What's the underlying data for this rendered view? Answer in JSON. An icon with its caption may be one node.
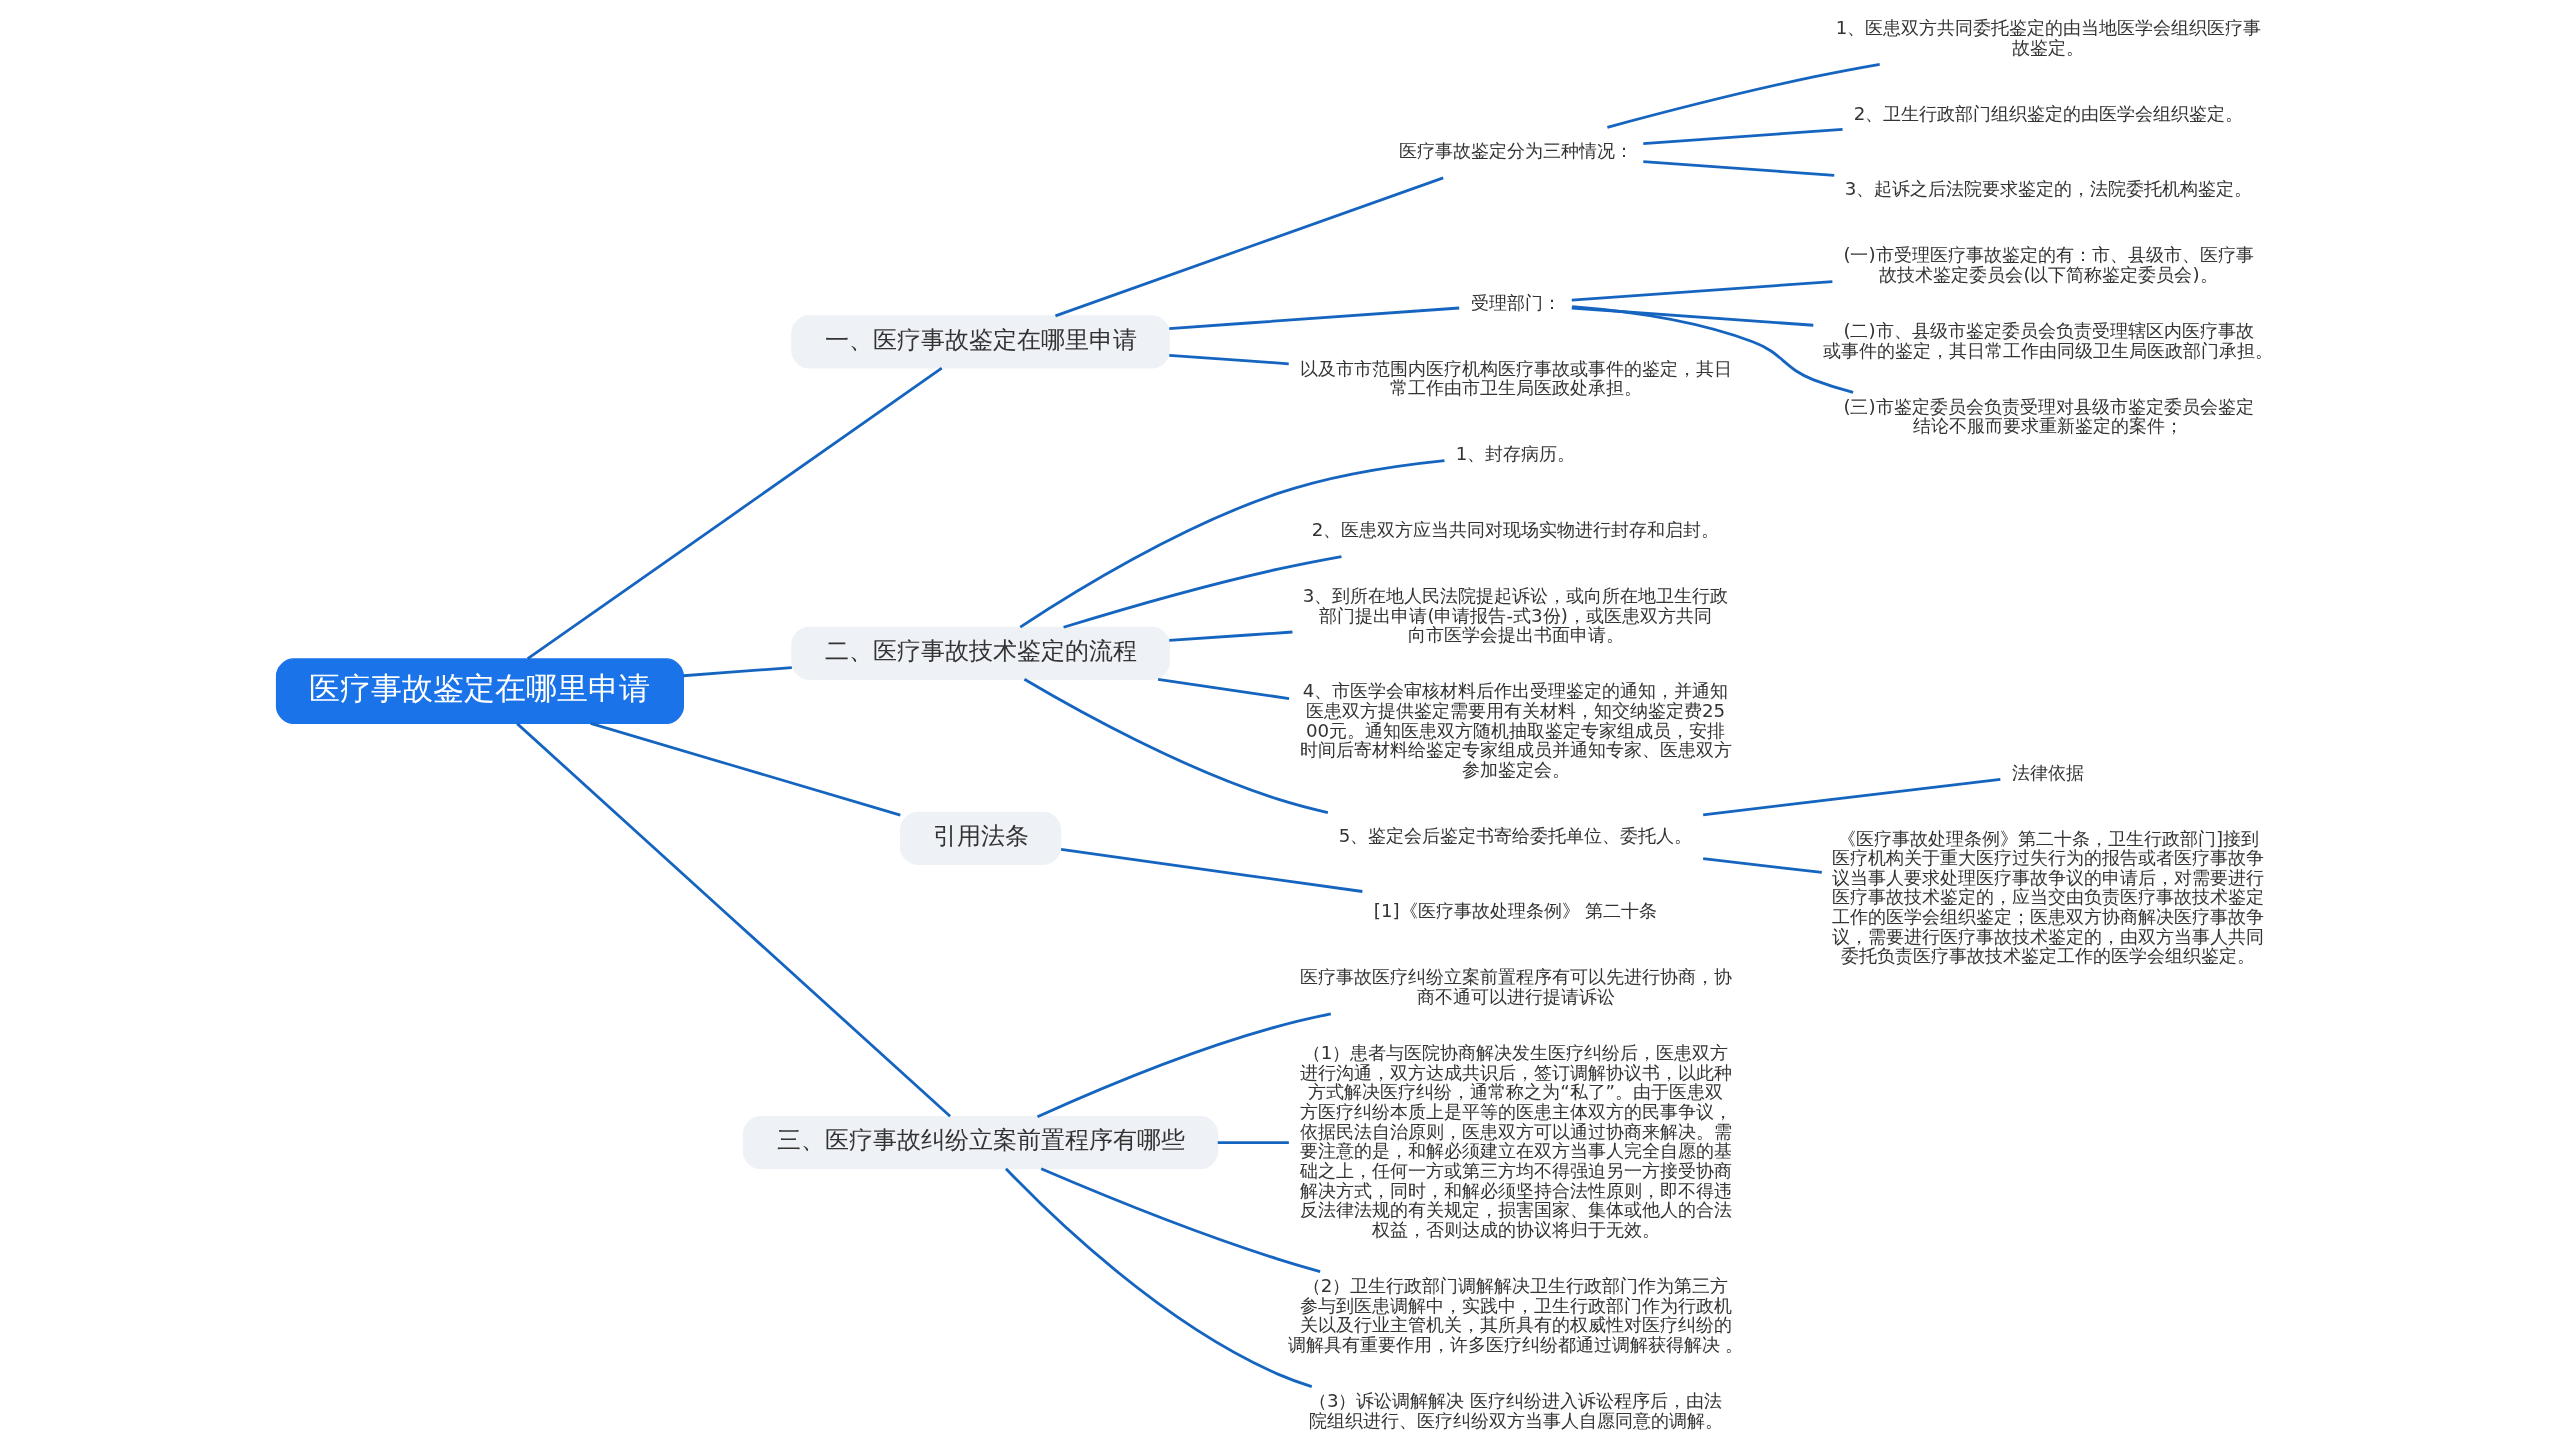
{
  "diagram": {
    "nodes": [
      {
        "text": [
          "医疗事故鉴定在哪里申请"
        ]
      },
      {
        "text": [
          "一、医疗事故鉴定在哪里申请"
        ]
      },
      {
        "text": [
          "医疗事故鉴定分为三种情况："
        ]
      },
      {
        "text": [
          "1、医患双方共同委托鉴定的由当地医学会组织医疗事故鉴定。"
        ]
      },
      {
        "text": [
          "2、卫生行政部门组织鉴定的由医学会组织鉴定。"
        ]
      },
      {
        "text": [
          "3、起诉之后法院要求鉴定的，法院委托机构鉴定。"
        ]
      },
      {
        "text": [
          "受理部门："
        ]
      },
      {
        "text": [
          "(一)市受理医疗事故鉴定的有：市、县级市、医疗事故技术鉴定委员会(以下简称鉴定委员会)。"
        ]
      },
      {
        "text": [
          "(二)市、县级市鉴定委员会负责受理辖区内医疗事故或事件的鉴定，其日常工作由同级卫生局医政部门承担。"
        ]
      },
      {
        "text": [
          "(三)市鉴定委员会负责受理对县级市鉴定委员会鉴定结论不服而要求重新鉴定的案件；"
        ]
      },
      {
        "text": [
          "以及市市范围内医疗机构医疗事故或事件的鉴定，其日常工作由市卫生局医政处承担。"
        ]
      },
      {
        "text": [
          "二、医疗事故技术鉴定的流程"
        ]
      },
      {
        "text": [
          "1、封存病历。"
        ]
      },
      {
        "text": [
          "2、医患双方应当共同对现场实物进行封存和启封。"
        ]
      },
      {
        "text": [
          "3、到所在地人民法院提起诉讼，或向所在地卫生行政部门提出申请(申请报告-式3份)，或医患双方共同向市医学会提出书面申请。"
        ]
      },
      {
        "text": [
          "4、市医学会审核材料后作出受理鉴定的通知，并通知医患双方提供鉴定需要用有关材料，知交纳鉴定费2500元。通知医患双方随机抽取鉴定专家组成员，安排时间后寄材料给鉴定专家组成员并通知专家、医患双方参加鉴定会。"
        ]
      },
      {
        "text": [
          "5、鉴定会后鉴定书寄给委托单位、委托人。"
        ]
      },
      {
        "text": [
          "法律依据"
        ]
      },
      {
        "text": [
          "《医疗事故处理条例》第二十条，卫生行政部门]接到医疗机构关于重大医疗过失行为的报告或者医疗事故争议当事人要求处理医疗事故争议的申请后，对需要进行医疗事故技术鉴定的，应当交由负责医疗事故技术鉴定工作的医学会组织鉴定；医患双方协商解决医疗事故争议，需要进行医疗事故技术鉴定的，由双方当事人共同委托负责医疗事故技术鉴定工作的医学会组织鉴定。"
        ]
      },
      {
        "text": [
          "引用法条"
        ]
      },
      {
        "text": [
          "[1]《医疗事故处理条例》 第二十条"
        ]
      },
      {
        "text": [
          "三、医疗事故纠纷立案前置程序有哪些"
        ]
      },
      {
        "text": [
          "医疗事故医疗纠纷立案前置程序有可以先进行协商，协商不通可以进行提请诉讼"
        ]
      },
      {
        "text": [
          "（1）患者与医院协商解决发生医疗纠纷后，医患双方进行沟通，双方达成共识后，签订调解协议书，以此种方式解决医疗纠纷，通常称之为“私了”。由于医患双方医疗纠纷本质上是平等的医患主体双方的民事争议，依据民法自治原则，医患双方可以通过协商来解决。需要注意的是，和解必须建立在双方当事人完全自愿的基础之上，任何一方或第三方均不得强迫另一方接受协商解决方式，同时，和解必须坚持合法性原则，即不得违反法律法规的有关规定，损害国家、集体或他人的合法权益，否则达成的协议将归于无效。"
        ]
      },
      {
        "text": [
          "（2）卫生行政部门调解解决卫生行政部门作为第三方参与到医患调解中，实践中，卫生行政部门作为行政机关以及行业主管机关，其所具有的权威性对医疗纠纷的调解具有重要作用，许多医疗纠纷都通过调解获得解决 。"
        ]
      },
      {
        "text": [
          "（3）诉讼调解解决 医疗纠纷进入诉讼程序后，由法院组织进行、医疗纠纷双方当事人自愿同意的调解。"
        ]
      }
    ],
    "edges": [
      {
        "from": 0,
        "to": 1,
        "arrow": "none"
      },
      {
        "from": 1,
        "to": 2,
        "arrow": "none"
      },
      {
        "from": 2,
        "to": 3,
        "arrow": "none"
      },
      {
        "from": 2,
        "to": 4,
        "arrow": "none"
      },
      {
        "from": 2,
        "to": 5,
        "arrow": "none"
      },
      {
        "from": 1,
        "to": 6,
        "arrow": "none"
      },
      {
        "from": 6,
        "to": 7,
        "arrow": "none"
      },
      {
        "from": 6,
        "to": 8,
        "arrow": "none"
      },
      {
        "from": 6,
        "to": 9,
        "arrow": "none"
      },
      {
        "from": 1,
        "to": 10,
        "arrow": "none"
      },
      {
        "from": 0,
        "to": 11,
        "arrow": "none"
      },
      {
        "from": 11,
        "to": 12,
        "arrow": "none"
      },
      {
        "from": 11,
        "to": 13,
        "arrow": "none"
      },
      {
        "from": 11,
        "to": 14,
        "arrow": "none"
      },
      {
        "from": 11,
        "to": 15,
        "arrow": "none"
      },
      {
        "from": 11,
        "to": 16,
        "arrow": "none"
      },
      {
        "from": 16,
        "to": 17,
        "arrow": "none"
      },
      {
        "from": 16,
        "to": 18,
        "arrow": "none"
      },
      {
        "from": 0,
        "to": 19,
        "arrow": "none"
      },
      {
        "from": 19,
        "to": 20,
        "arrow": "none"
      },
      {
        "from": 0,
        "to": 21,
        "arrow": "none"
      },
      {
        "from": 21,
        "to": 22,
        "arrow": "none"
      },
      {
        "from": 21,
        "to": 23,
        "arrow": "none"
      },
      {
        "from": 21,
        "to": 24,
        "arrow": "none"
      },
      {
        "from": 21,
        "to": 25,
        "arrow": "none"
      }
    ]
  }
}
